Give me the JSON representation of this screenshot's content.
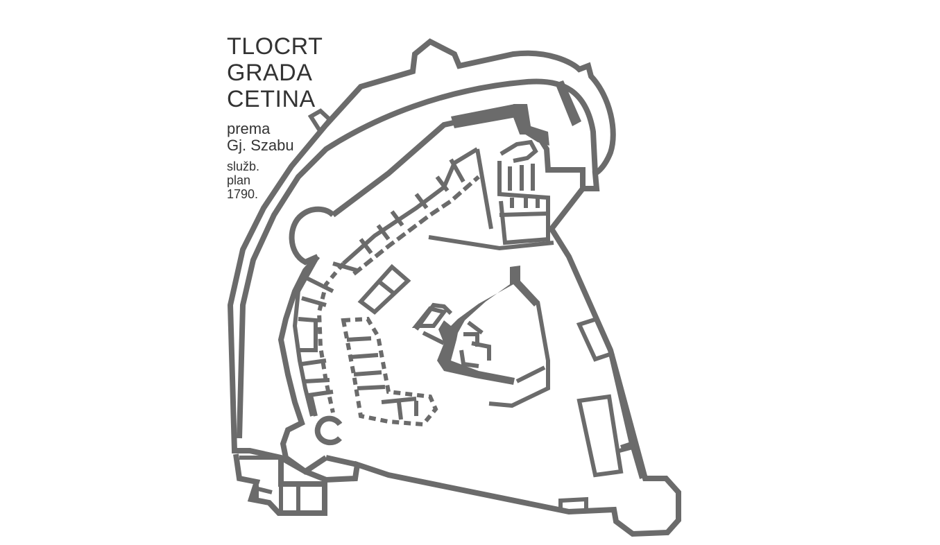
{
  "title": {
    "line1": "TLOCRT",
    "line2": "GRADA",
    "line3": "CETINA"
  },
  "subtitle": {
    "line1": "prema",
    "line2": "Gj. Szabu"
  },
  "note": {
    "line1": "služb.",
    "line2": "plan",
    "line3": "1790."
  },
  "colors": {
    "wall": "#6b6b6b",
    "text": "#333333",
    "background": "#ffffff"
  }
}
